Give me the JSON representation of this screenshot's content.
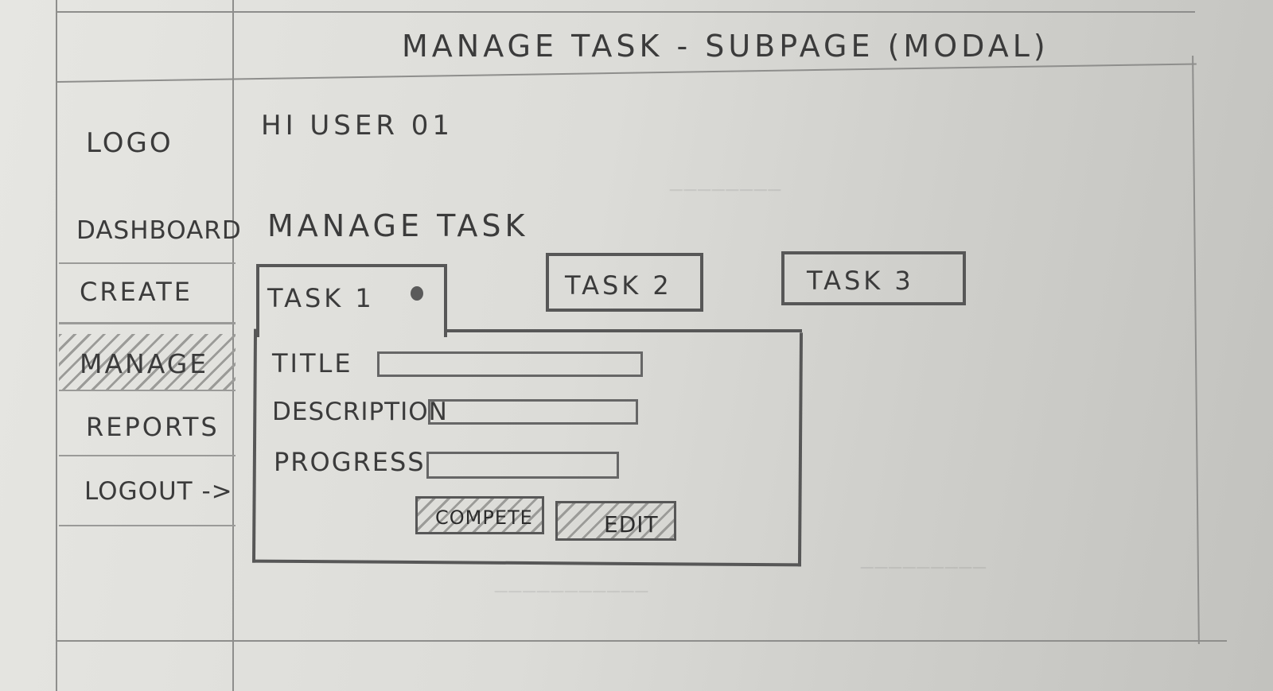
{
  "page": {
    "title": "MANAGE TASK - SUBPAGE (MODAL)"
  },
  "sidebar": {
    "logo": "LOGO",
    "items": [
      {
        "label": "DASHBOARD",
        "active": false
      },
      {
        "label": "CREATE",
        "active": false
      },
      {
        "label": "MANAGE",
        "active": true
      },
      {
        "label": "REPORTS",
        "active": false
      },
      {
        "label": "LOGOUT ->",
        "active": false
      }
    ]
  },
  "main": {
    "greeting": "HI USER 01",
    "heading": "MANAGE TASK",
    "tabs": [
      {
        "label": "TASK 1",
        "active": true
      },
      {
        "label": "TASK 2",
        "active": false
      },
      {
        "label": "TASK 3",
        "active": false
      }
    ],
    "form": {
      "title_label": "TITLE",
      "description_label": "DESCRIPTION",
      "progress_label": "PROGRESS",
      "complete_button": "COMPETE",
      "edit_button": "EDIT"
    }
  },
  "colors": {
    "pencil": "#3b3b3b",
    "paper": "#dcdcd8"
  }
}
